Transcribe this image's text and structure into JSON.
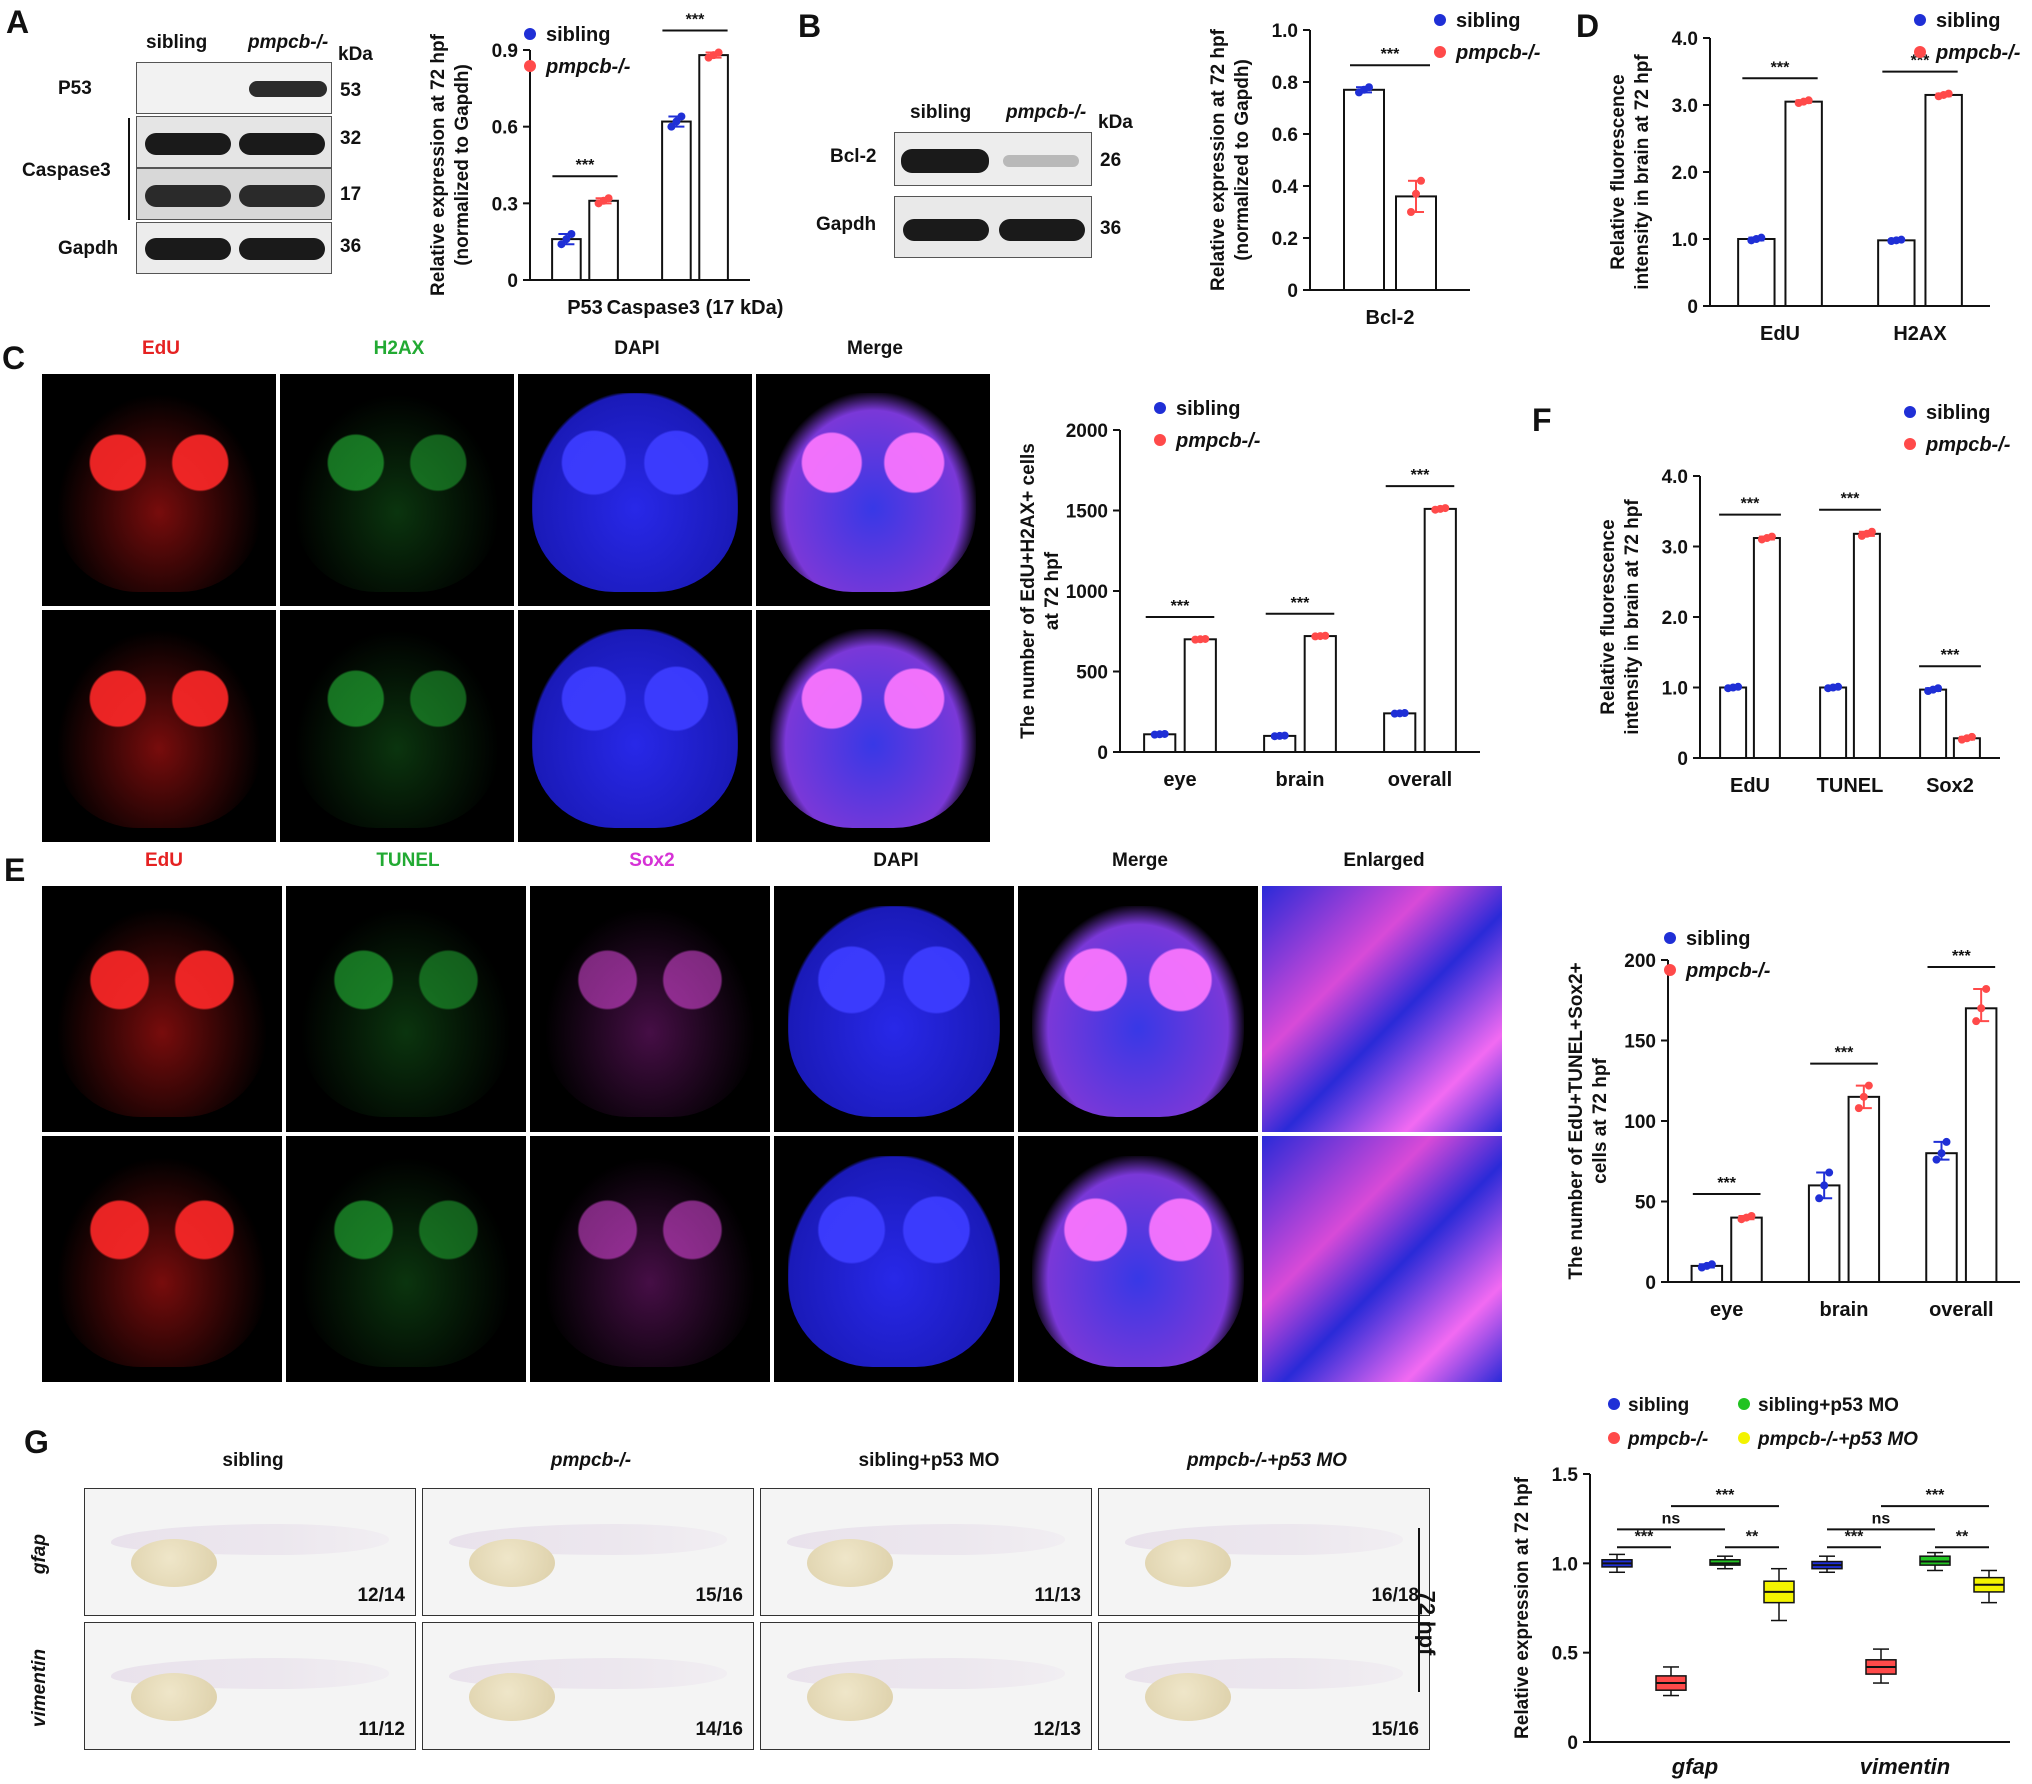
{
  "panels": {
    "A": {
      "letter": "A",
      "blot": {
        "headers": [
          "sibling",
          "pmpcb-/-"
        ],
        "kda_label": "kDa",
        "rows": [
          {
            "label": "P53",
            "kda": "53"
          },
          {
            "label": "Caspase3",
            "kda": "32"
          },
          {
            "label": "",
            "kda": "17"
          },
          {
            "label": "Gapdh",
            "kda": "36"
          }
        ]
      }
    },
    "B": {
      "letter": "B",
      "blot": {
        "headers": [
          "sibling",
          "pmpcb-/-"
        ],
        "kda_label": "kDa",
        "rows": [
          {
            "label": "Bcl-2",
            "kda": "26"
          },
          {
            "label": "Gapdh",
            "kda": "36"
          }
        ]
      }
    },
    "C": {
      "letter": "C",
      "columns": [
        "EdU",
        "H2AX",
        "DAPI",
        "Merge"
      ],
      "column_colors": [
        "#e52222",
        "#22aa33",
        "#111111",
        "#111111"
      ],
      "rows": [
        "sibling",
        "pmpcb-/-"
      ]
    },
    "D": {
      "letter": "D"
    },
    "E": {
      "letter": "E",
      "columns": [
        "EdU",
        "TUNEL",
        "Sox2",
        "DAPI",
        "Merge",
        "Enlarged"
      ],
      "column_colors": [
        "#e52222",
        "#22aa33",
        "#d632d6",
        "#111111",
        "#111111",
        "#111111"
      ],
      "rows": [
        "sibling",
        "pmpcb-/-"
      ]
    },
    "F": {
      "letter": "F"
    },
    "G": {
      "letter": "G",
      "columns": [
        "sibling",
        "pmpcb-/-",
        "sibling+p53 MO",
        "pmpcb-/-+p53 MO"
      ],
      "rows": [
        "gfap",
        "vimentin"
      ],
      "side_label": "72 hpf",
      "ratios": [
        [
          "12/14",
          "15/16",
          "11/13",
          "16/18"
        ],
        [
          "11/12",
          "14/16",
          "12/13",
          "15/16"
        ]
      ]
    }
  },
  "colors": {
    "sibling": "#1f2fd6",
    "mutant": "#ff4a4a",
    "sib_mo": "#22c322",
    "mut_mo": "#f3f300"
  },
  "chart_data": [
    {
      "id": "A",
      "type": "bar",
      "categories": [
        "P53",
        "Caspase3 (17 kDa)"
      ],
      "series": [
        {
          "name": "sibling",
          "values": [
            0.16,
            0.62
          ],
          "points": [
            [
              0.14,
              0.16,
              0.18
            ],
            [
              0.6,
              0.62,
              0.64
            ]
          ]
        },
        {
          "name": "pmpcb-/-",
          "values": [
            0.31,
            0.88
          ],
          "points": [
            [
              0.3,
              0.31,
              0.32
            ],
            [
              0.87,
              0.88,
              0.89
            ]
          ]
        }
      ],
      "sig": [
        "***",
        "***"
      ],
      "ylabel": "Relative expression at 72 hpf\n(normalized to Gapdh)",
      "ylim": [
        0,
        0.9
      ],
      "yticks": [
        "0",
        "0.3",
        "0.6",
        "0.9"
      ]
    },
    {
      "id": "B",
      "type": "bar",
      "categories": [
        "Bcl-2"
      ],
      "series": [
        {
          "name": "sibling",
          "values": [
            0.77
          ],
          "points": [
            [
              0.76,
              0.77,
              0.78
            ]
          ]
        },
        {
          "name": "pmpcb-/-",
          "values": [
            0.36
          ],
          "points": [
            [
              0.3,
              0.37,
              0.42
            ]
          ]
        }
      ],
      "sig": [
        "***"
      ],
      "ylabel": "Relative expression at 72 hpf\n(normalized to Gapdh)",
      "ylim": [
        0,
        1.0
      ],
      "yticks": [
        "0",
        "0.2",
        "0.4",
        "0.6",
        "0.8",
        "1.0"
      ]
    },
    {
      "id": "D",
      "type": "bar",
      "categories": [
        "EdU",
        "H2AX"
      ],
      "series": [
        {
          "name": "sibling",
          "values": [
            1.0,
            0.98
          ],
          "points": [
            [
              0.98,
              1.0,
              1.02
            ],
            [
              0.97,
              0.98,
              0.99
            ]
          ]
        },
        {
          "name": "pmpcb-/-",
          "values": [
            3.05,
            3.15
          ],
          "points": [
            [
              3.03,
              3.05,
              3.07
            ],
            [
              3.13,
              3.15,
              3.17
            ]
          ]
        }
      ],
      "sig": [
        "***",
        "***"
      ],
      "ylabel": "Relative fluorescence\nintensity in brain at 72 hpf",
      "ylim": [
        0,
        4.0
      ],
      "yticks": [
        "0",
        "1.0",
        "2.0",
        "3.0",
        "4.0"
      ]
    },
    {
      "id": "C",
      "type": "bar",
      "categories": [
        "eye",
        "brain",
        "overall"
      ],
      "series": [
        {
          "name": "sibling",
          "values": [
            110,
            100,
            240
          ],
          "points": [
            [
              108,
              110,
              112
            ],
            [
              98,
              100,
              102
            ],
            [
              238,
              240,
              242
            ]
          ]
        },
        {
          "name": "pmpcb-/-",
          "values": [
            700,
            720,
            1510
          ],
          "points": [
            [
              698,
              700,
              702
            ],
            [
              718,
              720,
              722
            ],
            [
              1505,
              1510,
              1515
            ]
          ]
        }
      ],
      "sig": [
        "***",
        "***",
        "***"
      ],
      "ylabel": "The number of EdU+H2AX+ cells\nat 72 hpf",
      "ylim": [
        0,
        2000
      ],
      "yticks": [
        "0",
        "500",
        "1000",
        "1500",
        "2000"
      ]
    },
    {
      "id": "F",
      "type": "bar",
      "categories": [
        "EdU",
        "TUNEL",
        "Sox2"
      ],
      "series": [
        {
          "name": "sibling",
          "values": [
            1.0,
            1.0,
            0.97
          ],
          "points": [
            [
              0.99,
              1.0,
              1.01
            ],
            [
              0.99,
              1.0,
              1.01
            ],
            [
              0.95,
              0.97,
              0.99
            ]
          ]
        },
        {
          "name": "pmpcb-/-",
          "values": [
            3.12,
            3.18,
            0.28
          ],
          "points": [
            [
              3.1,
              3.12,
              3.14
            ],
            [
              3.15,
              3.18,
              3.21
            ],
            [
              0.26,
              0.28,
              0.3
            ]
          ]
        }
      ],
      "sig": [
        "***",
        "***",
        "***"
      ],
      "ylabel": "Relative fluorescence\nintensity in brain at 72 hpf",
      "ylim": [
        0,
        4.0
      ],
      "yticks": [
        "0",
        "1.0",
        "2.0",
        "3.0",
        "4.0"
      ]
    },
    {
      "id": "E",
      "type": "bar",
      "categories": [
        "eye",
        "brain",
        "overall"
      ],
      "series": [
        {
          "name": "sibling",
          "values": [
            10,
            60,
            80
          ],
          "points": [
            [
              9,
              10,
              11
            ],
            [
              52,
              60,
              68
            ],
            [
              76,
              80,
              87
            ]
          ]
        },
        {
          "name": "pmpcb-/-",
          "values": [
            40,
            115,
            170
          ],
          "points": [
            [
              39,
              40,
              41
            ],
            [
              108,
              115,
              122
            ],
            [
              162,
              170,
              182
            ]
          ]
        }
      ],
      "sig": [
        "***",
        "***",
        "***"
      ],
      "ylabel": "The number of EdU+TUNEL+Sox2+\ncells at 72 hpf",
      "ylim": [
        0,
        200
      ],
      "yticks": [
        "0",
        "50",
        "100",
        "150",
        "200"
      ]
    },
    {
      "id": "G",
      "type": "box",
      "categories": [
        "gfap",
        "vimentin"
      ],
      "series": [
        {
          "name": "sibling",
          "medians": [
            1.0,
            0.99
          ],
          "q": [
            [
              0.98,
              1.02
            ],
            [
              0.97,
              1.01
            ]
          ],
          "w": [
            [
              0.95,
              1.05
            ],
            [
              0.95,
              1.04
            ]
          ]
        },
        {
          "name": "pmpcb-/-",
          "medians": [
            0.33,
            0.42
          ],
          "q": [
            [
              0.29,
              0.37
            ],
            [
              0.38,
              0.46
            ]
          ],
          "w": [
            [
              0.26,
              0.42
            ],
            [
              0.33,
              0.52
            ]
          ]
        },
        {
          "name": "sibling+p53 MO",
          "medians": [
            1.0,
            1.01
          ],
          "q": [
            [
              0.99,
              1.02
            ],
            [
              0.99,
              1.04
            ]
          ],
          "w": [
            [
              0.97,
              1.04
            ],
            [
              0.96,
              1.06
            ]
          ]
        },
        {
          "name": "pmpcb-/-+p53 MO",
          "medians": [
            0.84,
            0.88
          ],
          "q": [
            [
              0.78,
              0.9
            ],
            [
              0.84,
              0.92
            ]
          ],
          "w": [
            [
              0.68,
              0.97
            ],
            [
              0.78,
              0.96
            ]
          ]
        }
      ],
      "sig_labels": [
        "***",
        "ns",
        "**",
        "***"
      ],
      "ylabel": "Relative expression at 72 hpf",
      "ylim": [
        0,
        1.5
      ],
      "yticks": [
        "0",
        "0.5",
        "1.0",
        "1.5"
      ]
    }
  ]
}
